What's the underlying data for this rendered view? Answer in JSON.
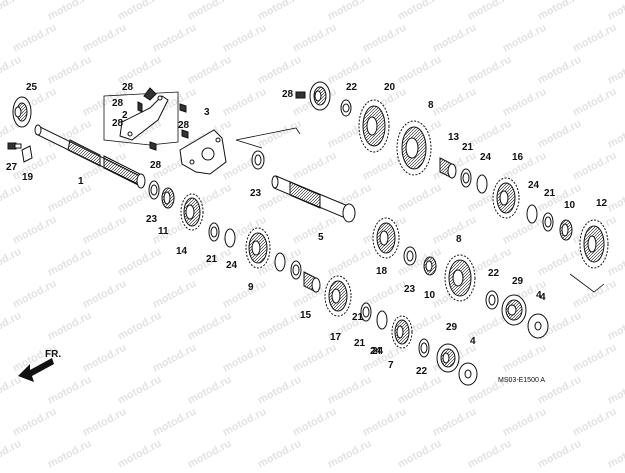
{
  "diagram": {
    "watermark_text": "motod.ru",
    "code": "MS03-E1500 A",
    "direction_label": "FR.",
    "callouts": [
      "25",
      "28",
      "28",
      "28",
      "2",
      "28",
      "3",
      "1",
      "27",
      "19",
      "23",
      "11",
      "14",
      "28",
      "23",
      "21",
      "24",
      "9",
      "5",
      "18",
      "17",
      "21",
      "24",
      "15",
      "28",
      "22",
      "20",
      "8",
      "13",
      "21",
      "24",
      "16",
      "24",
      "21",
      "10",
      "12",
      "23",
      "10",
      "8",
      "22",
      "29",
      "4",
      "21",
      "24",
      "7",
      "29",
      "22",
      "4",
      "4"
    ],
    "colors": {
      "line": "#111111",
      "watermark": "#e3e3e3",
      "background": "#ffffff"
    }
  }
}
